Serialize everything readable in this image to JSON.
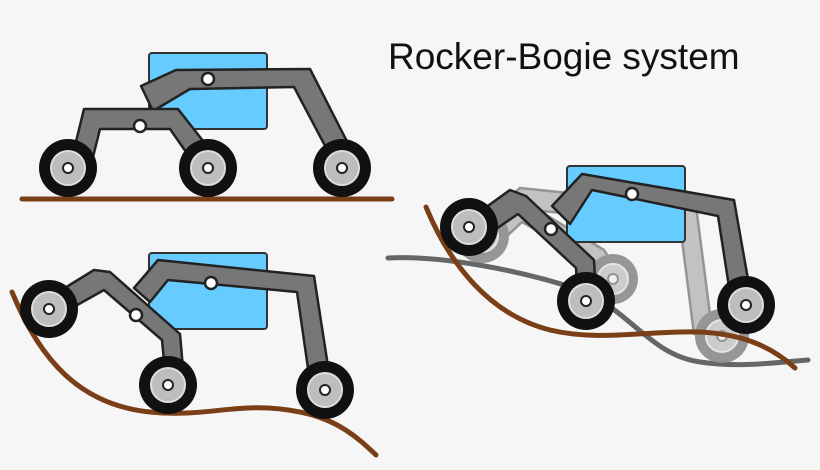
{
  "title": "Rocker-Bogie system",
  "colors": {
    "body": "#66ccff",
    "link": "#777777",
    "outline": "#222222",
    "tire": "#111111",
    "hub": "#bdbdbd",
    "ground": "#7a3f17",
    "ground_alt": "#666666",
    "ghost": "#bdbdbd",
    "background": "#f6f6f6"
  },
  "panels": [
    {
      "name": "flat-terrain"
    },
    {
      "name": "uneven-terrain"
    },
    {
      "name": "terrain-comparison"
    }
  ]
}
